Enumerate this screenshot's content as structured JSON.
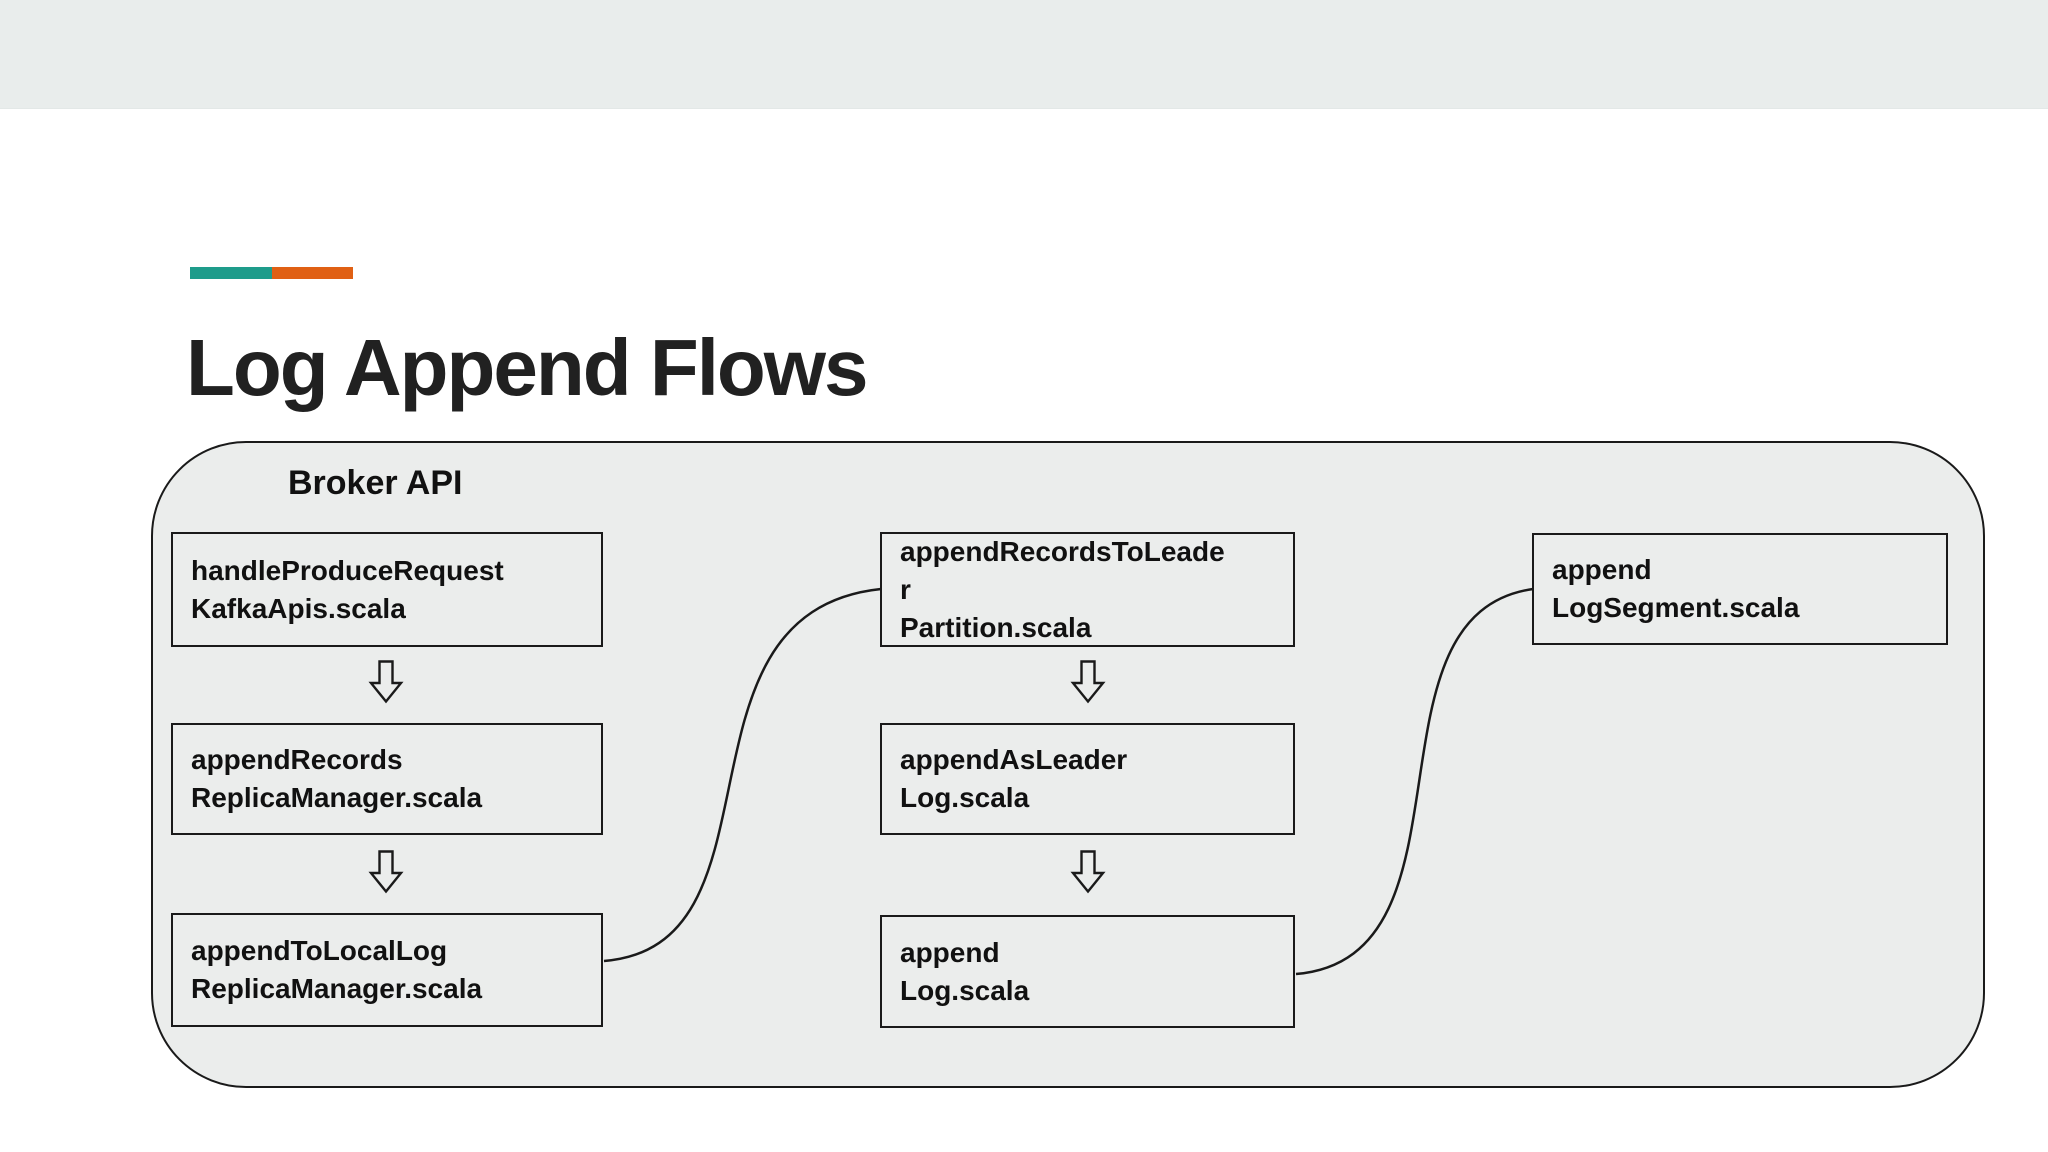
{
  "slide": {
    "title": "Log Append Flows",
    "background_color": "#ffffff",
    "top_strip_color": "#e9edec",
    "title_color": "#212121",
    "accent": {
      "teal": "#1e9c8b",
      "orange": "#e06014"
    }
  },
  "diagram": {
    "container_label": "Broker API",
    "container_fill": "#ebedec",
    "outline_color": "#1a1a1a",
    "nodes": [
      {
        "id": "handle-produce-request",
        "text": "handleProduceRequest\nKafkaApis.scala"
      },
      {
        "id": "append-records",
        "text": "appendRecords\nReplicaManager.scala"
      },
      {
        "id": "append-to-local-log",
        "text": "appendToLocalLog\nReplicaManager.scala"
      },
      {
        "id": "append-records-to-leader",
        "text": "appendRecordsToLeade\nr\nPartition.scala"
      },
      {
        "id": "append-as-leader",
        "text": "appendAsLeader\nLog.scala"
      },
      {
        "id": "append-log",
        "text": "append\nLog.scala"
      },
      {
        "id": "append-log-segment",
        "text": "append\nLogSegment.scala"
      }
    ],
    "flows": [
      "handleProduceRequest -> appendRecords",
      "appendRecords -> appendToLocalLog",
      "appendToLocalLog -> appendRecordsToLeader",
      "appendRecordsToLeader -> appendAsLeader",
      "appendAsLeader -> append (Log.scala)",
      "append (Log.scala) -> append (LogSegment.scala)"
    ],
    "icons": {
      "down_arrow": "hollow-down-arrow"
    }
  }
}
